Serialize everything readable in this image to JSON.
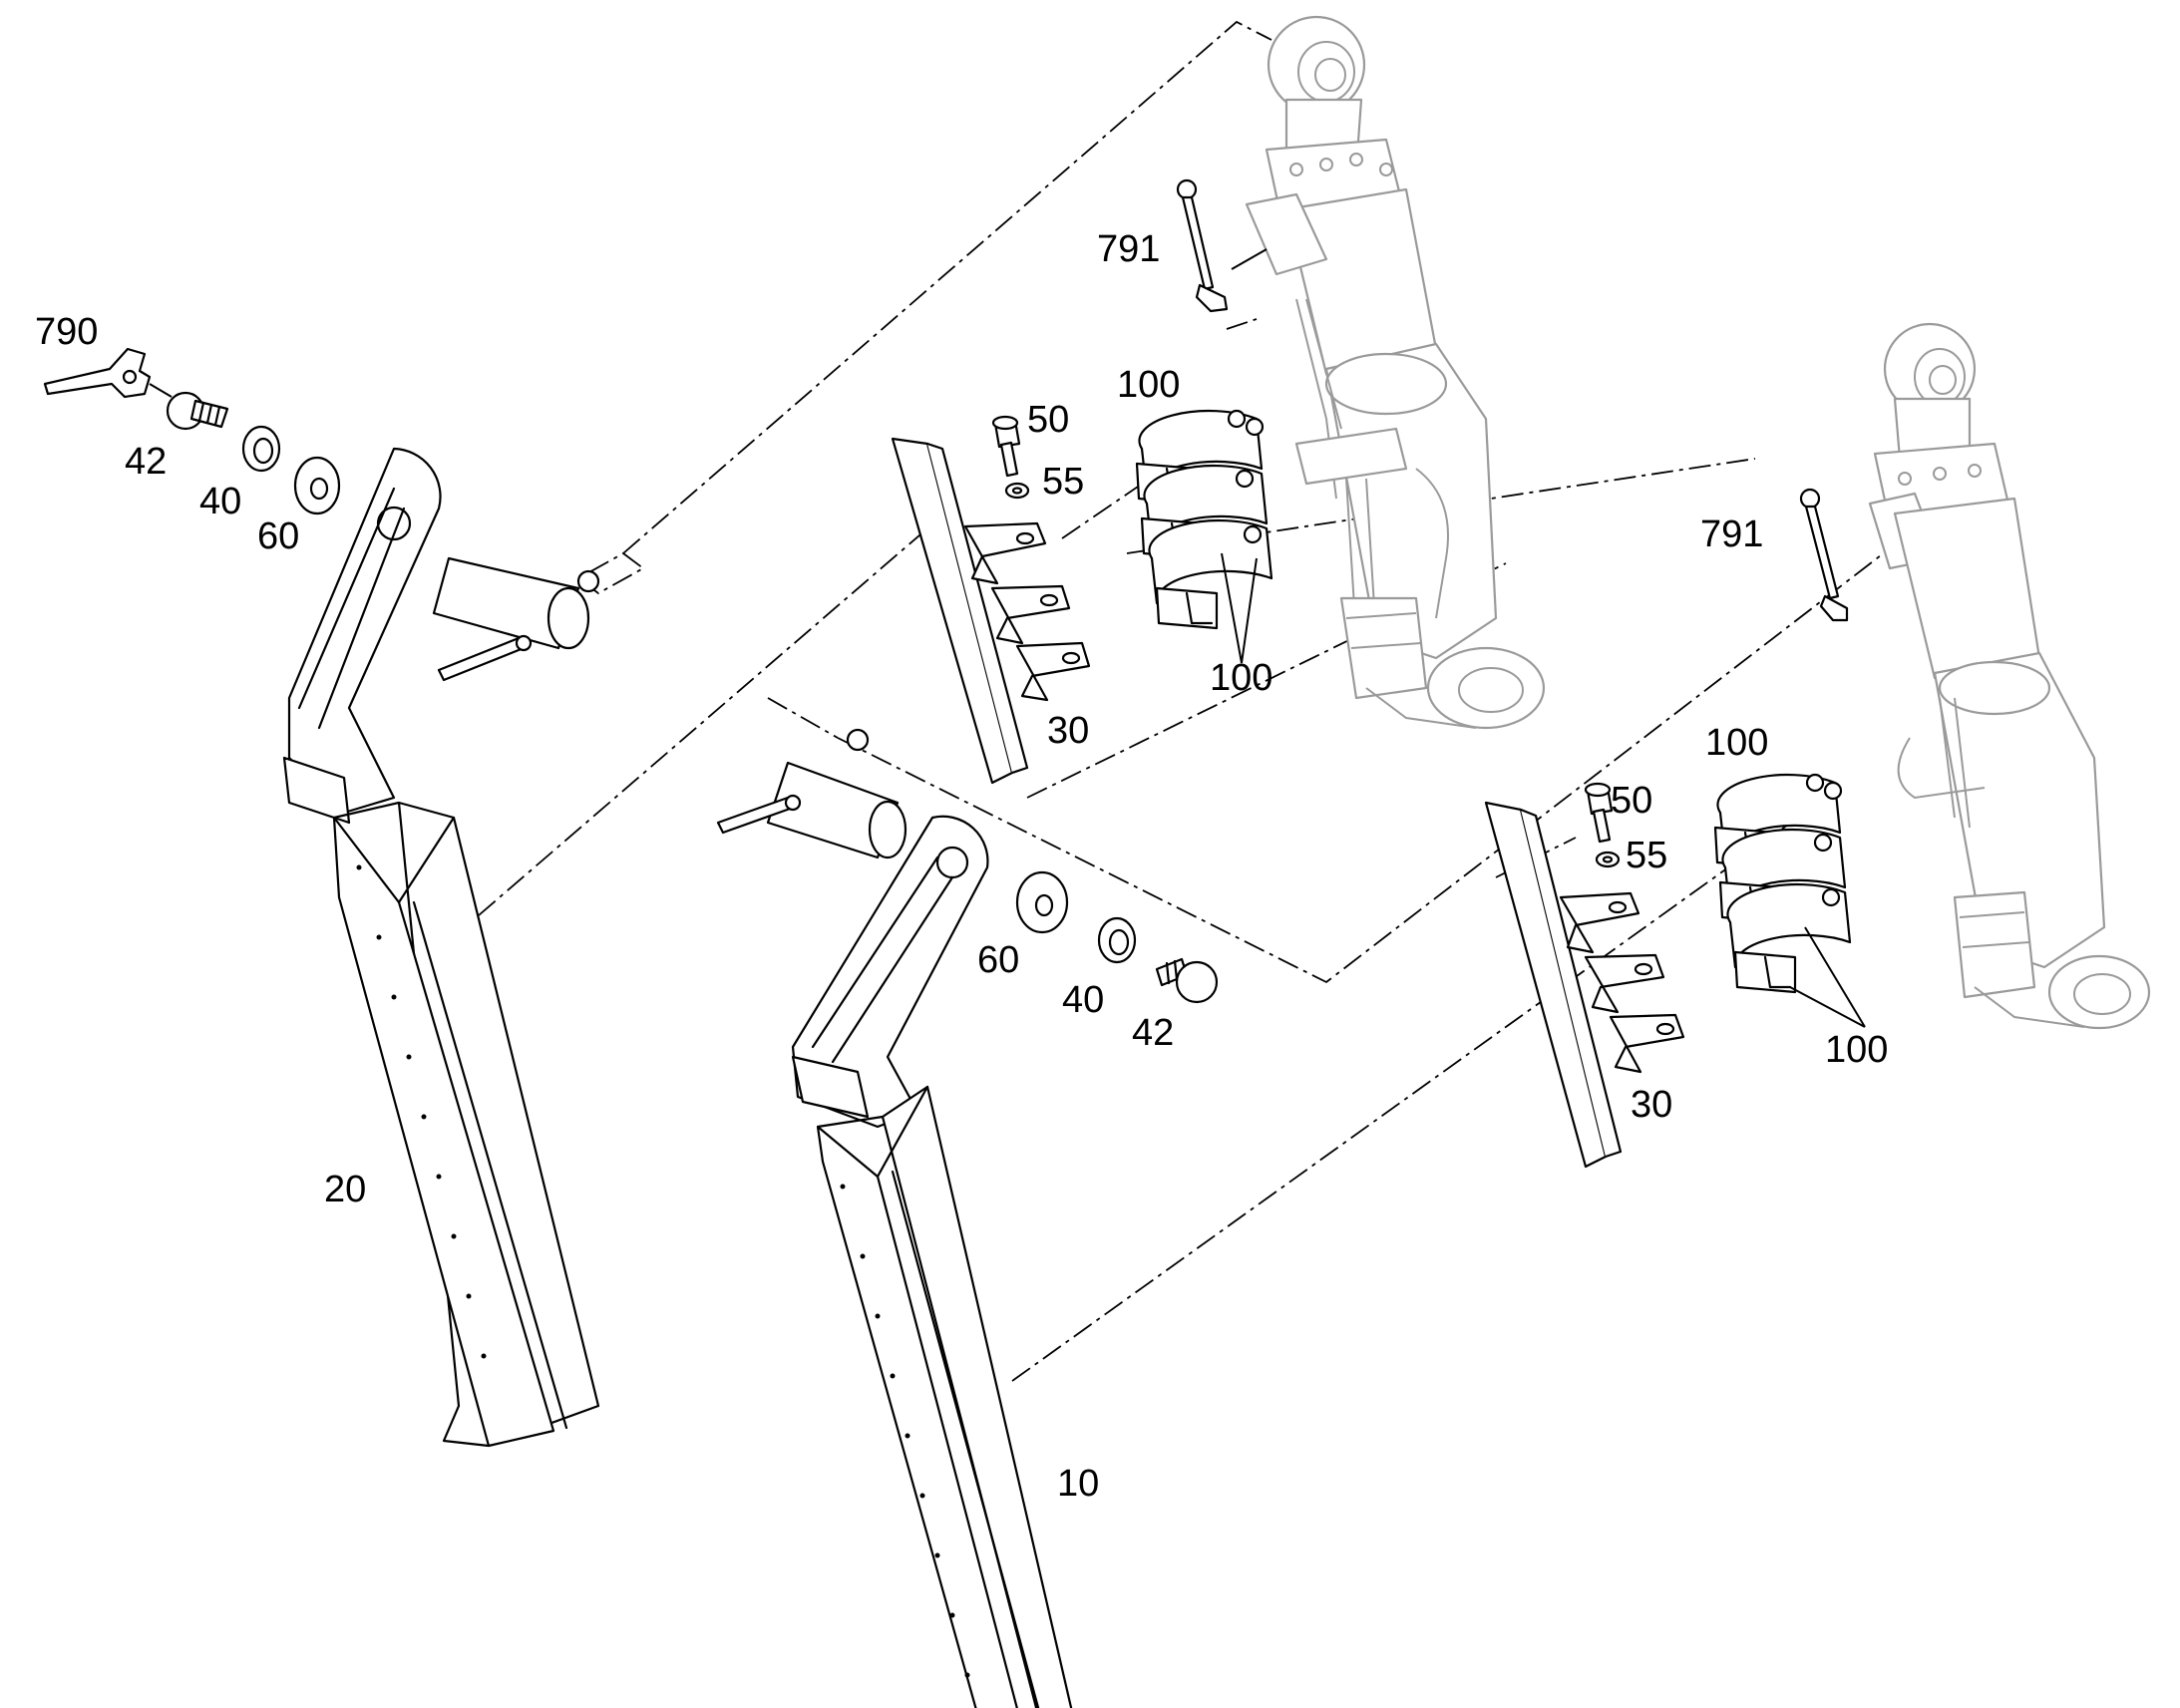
{
  "diagram": {
    "callouts": [
      {
        "id": "c790",
        "text": "790"
      },
      {
        "id": "c42a",
        "text": "42"
      },
      {
        "id": "c40a",
        "text": "40"
      },
      {
        "id": "c60a",
        "text": "60"
      },
      {
        "id": "c20",
        "text": "20"
      },
      {
        "id": "c791a",
        "text": "791"
      },
      {
        "id": "c100a",
        "text": "100"
      },
      {
        "id": "c50a",
        "text": "50"
      },
      {
        "id": "c55a",
        "text": "55"
      },
      {
        "id": "c100b",
        "text": "100"
      },
      {
        "id": "c30a",
        "text": "30"
      },
      {
        "id": "c60b",
        "text": "60"
      },
      {
        "id": "c40b",
        "text": "40"
      },
      {
        "id": "c42b",
        "text": "42"
      },
      {
        "id": "c10",
        "text": "10"
      },
      {
        "id": "c791b",
        "text": "791"
      },
      {
        "id": "c100c",
        "text": "100"
      },
      {
        "id": "c50b",
        "text": "50"
      },
      {
        "id": "c55b",
        "text": "55"
      },
      {
        "id": "c100d",
        "text": "100"
      },
      {
        "id": "c30b",
        "text": "30"
      }
    ]
  }
}
